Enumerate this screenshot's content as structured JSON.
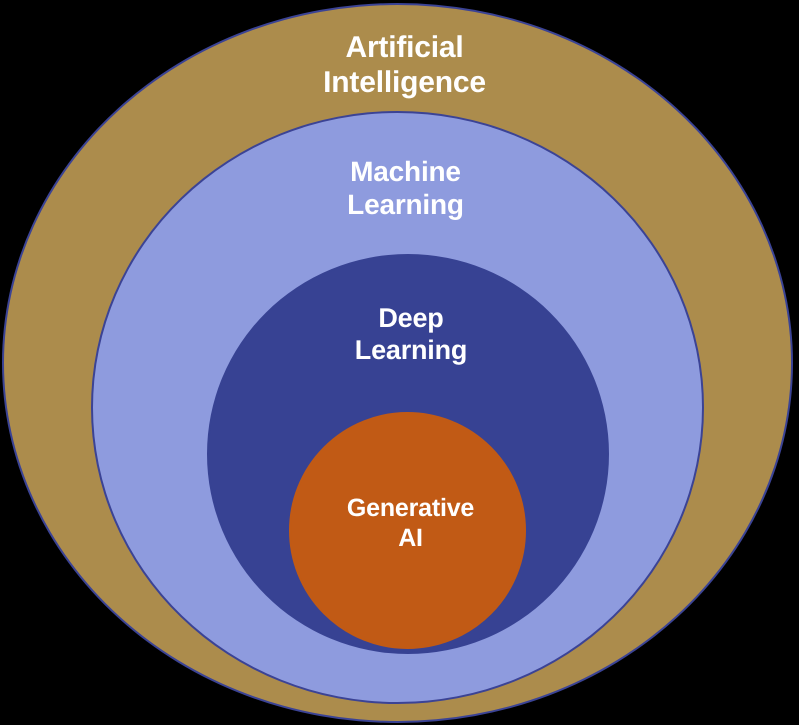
{
  "diagram": {
    "type": "nested-concentric-circles",
    "background_color": "#000000",
    "text_color": "#FFFFFF",
    "levels": [
      {
        "id": "artificial-intelligence",
        "label": "Artificial\nIntelligence",
        "fill_color": "#AC8C4C",
        "border_color": "#3B4395",
        "depth": 1
      },
      {
        "id": "machine-learning",
        "label": "Machine\nLearning",
        "fill_color": "#8E9BDE",
        "border_color": "#3B4395",
        "depth": 2
      },
      {
        "id": "deep-learning",
        "label": "Deep\nLearning",
        "fill_color": "#374293",
        "border_color": "#374293",
        "depth": 3
      },
      {
        "id": "generative-ai",
        "label": "Generative\nAI",
        "fill_color": "#C15A15",
        "border_color": "#C15A15",
        "depth": 4
      }
    ]
  }
}
